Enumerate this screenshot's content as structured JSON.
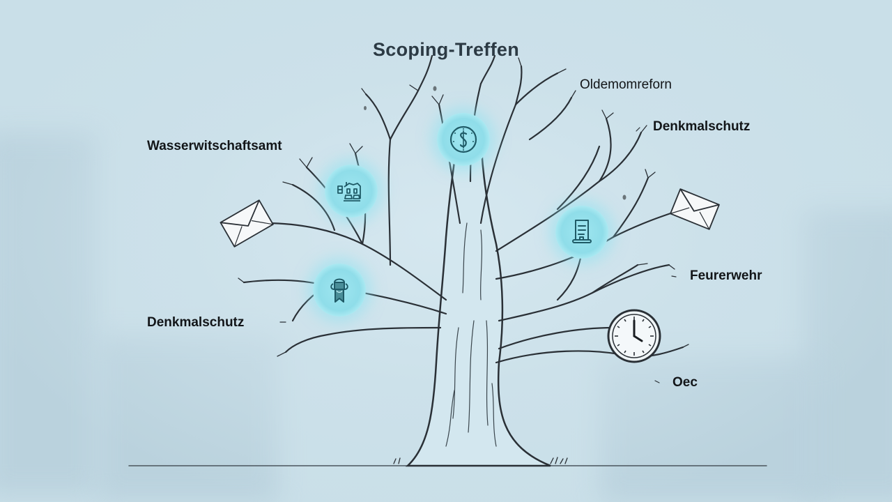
{
  "title": "Scoping-Treffen",
  "labels": {
    "top_right": "Oldemomreforn",
    "right_upper": "Denkmalschutz",
    "left_upper": "Wasserwitschaftsamt",
    "left_lower": "Denkmalschutz",
    "right_middle": "Feurerwehr",
    "right_lower": "Oec"
  },
  "nodes": [
    {
      "id": "budget",
      "icon": "dollar-clock-icon"
    },
    {
      "id": "building",
      "icon": "building-icon"
    },
    {
      "id": "document",
      "icon": "document-stand-icon"
    },
    {
      "id": "person",
      "icon": "person-ribbon-icon"
    }
  ],
  "decorations": [
    {
      "id": "envelope-left",
      "icon": "envelope-icon"
    },
    {
      "id": "envelope-right",
      "icon": "envelope-icon"
    },
    {
      "id": "clock",
      "icon": "clock-icon",
      "time": "4:00"
    }
  ],
  "colors": {
    "background": "#c9dfe8",
    "node_glow": "#8fdde9",
    "icon_stroke": "#1f5a66",
    "tree_fill": "#d3e7ef",
    "tree_stroke": "#2a3036",
    "title": "#2c3a44"
  }
}
